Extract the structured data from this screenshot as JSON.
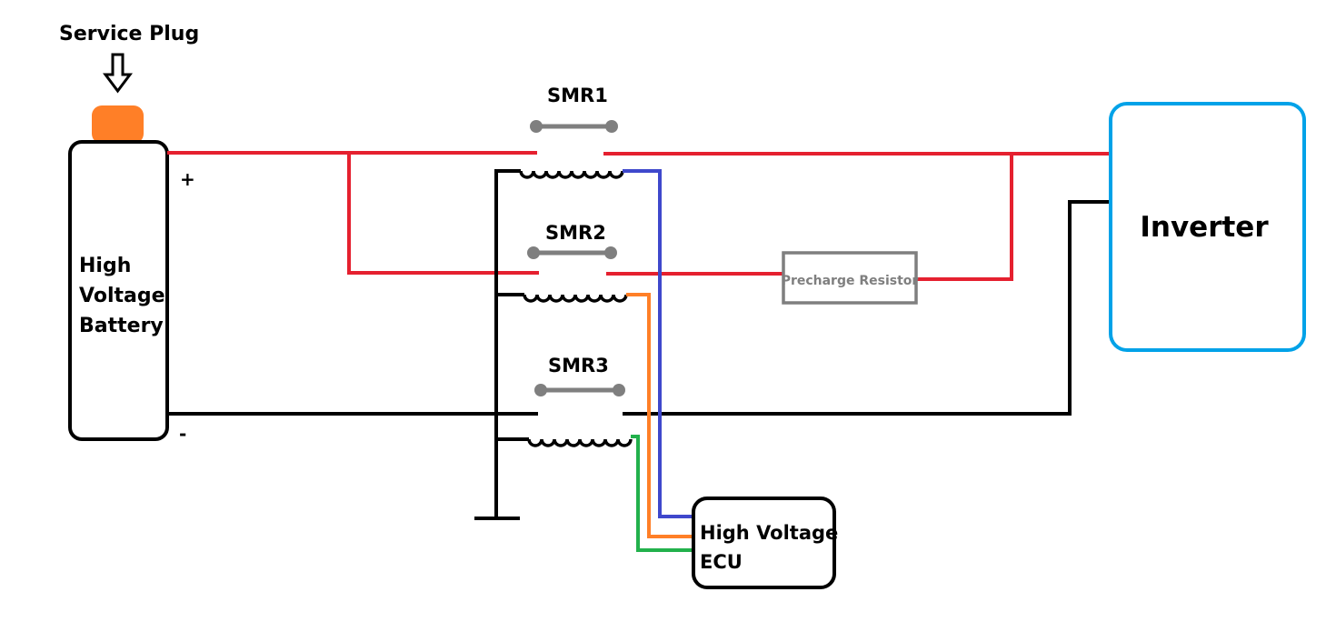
{
  "labels": {
    "service_plug": "Service Plug",
    "battery_line1": "High",
    "battery_line2": "Voltage",
    "battery_line3": "Battery",
    "plus": "+",
    "minus": "-",
    "smr1": "SMR1",
    "smr2": "SMR2",
    "smr3": "SMR3",
    "precharge": "Precharge Resistor",
    "inverter": "Inverter",
    "ecu_line1": "High Voltage",
    "ecu_line2": "ECU"
  },
  "colors": {
    "positive_wire": "#e5202f",
    "negative_wire": "#000000",
    "smr1_control": "#3f48cc",
    "smr2_control": "#ff7f27",
    "smr3_control": "#22b14c",
    "service_plug": "#ff7f27",
    "inverter_border": "#00a2e8",
    "contact_gray": "#7f7f7f"
  }
}
